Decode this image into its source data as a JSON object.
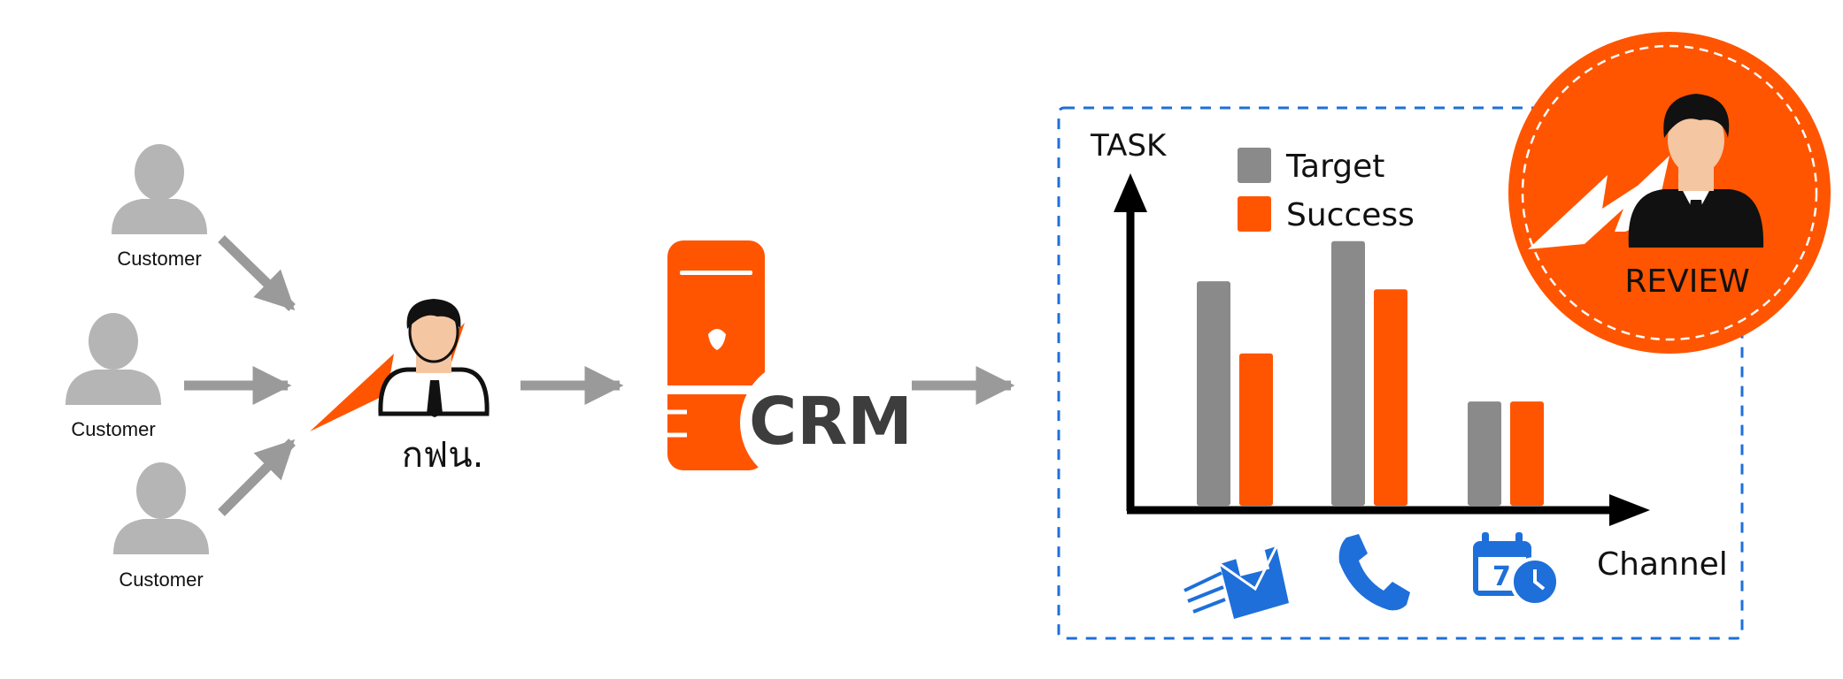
{
  "customers": [
    {
      "label": "Customer"
    },
    {
      "label": "Customer"
    },
    {
      "label": "Customer"
    }
  ],
  "agent": {
    "label": "กฟน."
  },
  "crm": {
    "label": "CRM"
  },
  "review": {
    "label": "REVIEW"
  },
  "colors": {
    "accent": "#ff5500",
    "grey_person": "#b5b5b5",
    "arrow": "#9a9a9a",
    "bar_target": "#8a8a8a",
    "bar_success": "#ff5500",
    "channel_icon": "#1e6fd9",
    "dash_border": "#1e6fd9"
  },
  "chart_data": {
    "type": "bar",
    "title": "",
    "xlabel": "Channel",
    "ylabel": "TASK",
    "categories": [
      "mail-icon",
      "phone-icon",
      "calendar-clock-icon"
    ],
    "series": [
      {
        "name": "Target",
        "values": [
          5.6,
          6.6,
          2.6
        ]
      },
      {
        "name": "Success",
        "values": [
          3.8,
          5.4,
          2.6
        ]
      }
    ],
    "ylim": [
      0,
      7.5
    ],
    "grid": false,
    "legend": "top-left"
  }
}
